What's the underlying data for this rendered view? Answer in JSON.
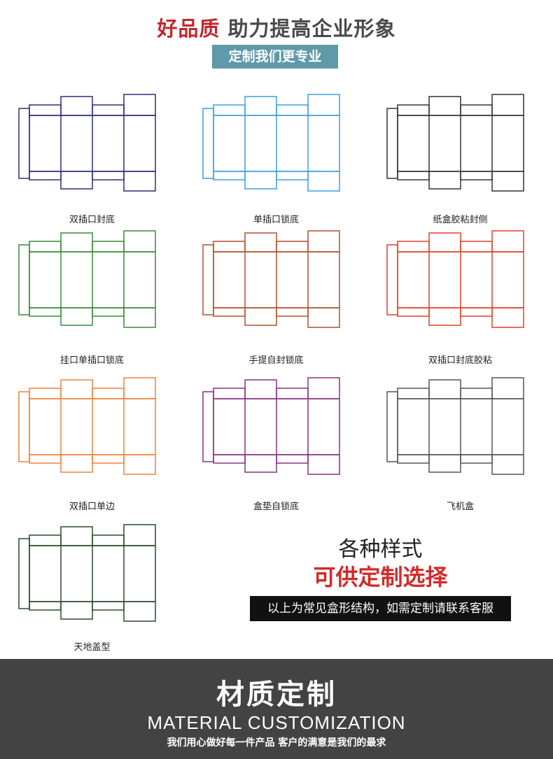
{
  "header": {
    "title_highlight": "好品质",
    "title_rest": "助力提高企业形象",
    "badge": "定制我们更专业"
  },
  "boxes": [
    {
      "label": "双插口封底",
      "color": "#2f2d7a"
    },
    {
      "label": "单插口锁底",
      "color": "#3aa0e0"
    },
    {
      "label": "纸盒胶粘封侧",
      "color": "#333333"
    },
    {
      "label": "挂口单插口锁底",
      "color": "#3a8a3a"
    },
    {
      "label": "手提自封锁底",
      "color": "#b0502a"
    },
    {
      "label": "双插口封底胶粘",
      "color": "#e0402a"
    },
    {
      "label": "双插口单边",
      "color": "#f0803a"
    },
    {
      "label": "盒垫自锁底",
      "color": "#8a3080"
    },
    {
      "label": "飞机盒",
      "color": "#555555"
    },
    {
      "label": "天地盖型",
      "color": "#2a4a2a"
    }
  ],
  "promo": {
    "line1": "各种样式",
    "line2": "可供定制选择",
    "note": "以上为常见盒形结构，如需定制请联系客服"
  },
  "footer": {
    "title": "材质定制",
    "subtitle": "MATERIAL  CUSTOMIZATION",
    "slogan": "我们用心做好每一件产品 客户的满意是我们的最求"
  }
}
